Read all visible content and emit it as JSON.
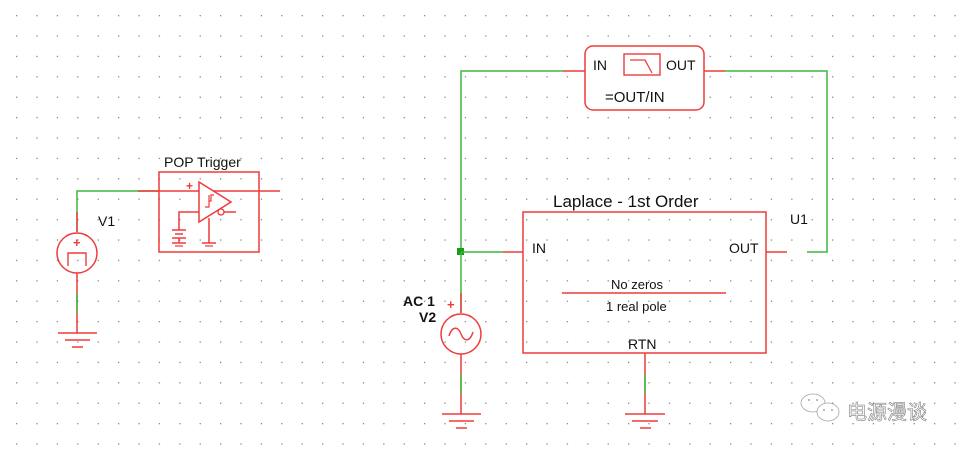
{
  "colors": {
    "component": "#ee3b3b",
    "wire": "#3cb83c",
    "junction": "#1a9c1a",
    "text": "#111111",
    "grid_dot": "#8a8a8a",
    "background": "#ffffff"
  },
  "components": {
    "v1": {
      "ref": "V1",
      "type": "pulse-source",
      "polarity": "+"
    },
    "pop_trigger": {
      "label": "POP Trigger",
      "polarity": "+"
    },
    "v2": {
      "ref": "V2",
      "value": "AC 1",
      "type": "ac-source",
      "polarity": "+"
    },
    "u1": {
      "title": "Laplace - 1st Order",
      "ref": "U1",
      "pin_in": "IN",
      "pin_out": "OUT",
      "pin_rtn": "RTN",
      "numerator": "No zeros",
      "denominator": "1 real pole"
    },
    "bode_probe": {
      "pin_in": "IN",
      "pin_out": "OUT",
      "expression": "=OUT/IN"
    }
  },
  "watermark": {
    "text": "电源漫谈",
    "icon": "wechat-icon"
  }
}
